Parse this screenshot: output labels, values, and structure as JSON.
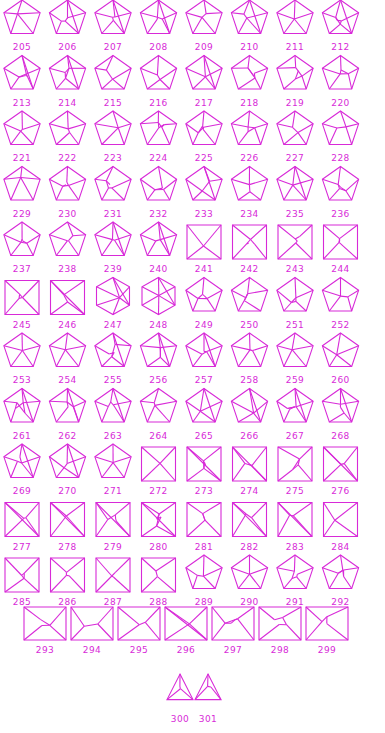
{
  "diagram": {
    "labels": [
      "205",
      "206",
      "207",
      "208",
      "209",
      "210",
      "211",
      "212",
      "213",
      "214",
      "215",
      "216",
      "217",
      "218",
      "219",
      "220",
      "221",
      "222",
      "223",
      "224",
      "225",
      "226",
      "227",
      "228",
      "229",
      "230",
      "231",
      "232",
      "233",
      "234",
      "235",
      "236",
      "237",
      "238",
      "239",
      "240",
      "241",
      "242",
      "243",
      "244",
      "245",
      "246",
      "247",
      "248",
      "249",
      "250",
      "251",
      "252",
      "253",
      "254",
      "255",
      "256",
      "257",
      "258",
      "259",
      "260",
      "261",
      "262",
      "263",
      "264",
      "265",
      "266",
      "267",
      "268",
      "269",
      "270",
      "271",
      "272",
      "273",
      "274",
      "275",
      "276",
      "277",
      "278",
      "279",
      "280",
      "281",
      "282",
      "283",
      "284",
      "285",
      "286",
      "287",
      "288",
      "289",
      "290",
      "291",
      "292",
      "293",
      "294",
      "295",
      "296",
      "297",
      "298",
      "299",
      "300",
      "301"
    ]
  }
}
